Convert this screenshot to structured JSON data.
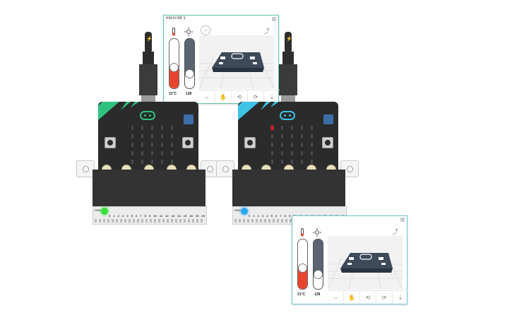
{
  "panel1": {
    "title": "micro:bit 1",
    "temperature": "21°C",
    "light": "128",
    "temp_level": 0.42,
    "light_level": 0.3
  },
  "panel2": {
    "title": "",
    "temperature": "21°C",
    "light": "128",
    "temp_level": 0.42,
    "light_level": 0.3
  },
  "board_left": {
    "accent": "#2ec27e"
  },
  "board_right": {
    "accent": "#3dc3e6"
  },
  "pins": {
    "gnd": "GND",
    "labels": [
      "0",
      "1",
      "2",
      "3",
      "4",
      "5",
      "6",
      "7",
      "8",
      "9",
      "10",
      "11",
      "12",
      "13",
      "14",
      "15",
      "16",
      "19",
      "20"
    ]
  },
  "icons": [
    "thermometer-icon",
    "sun-icon",
    "home-icon",
    "rotate-icon",
    "shake-icon",
    "tilt-left-icon",
    "tilt-right-icon",
    "move-icon"
  ]
}
